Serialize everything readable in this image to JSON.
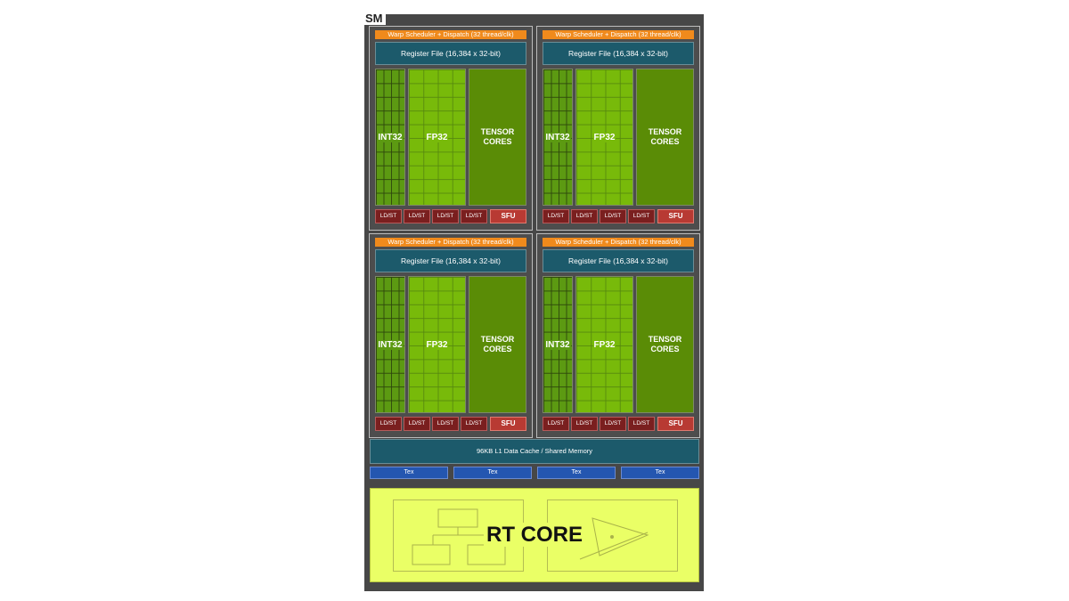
{
  "sm": {
    "label": "SM",
    "partitions": [
      {
        "warp_scheduler": "Warp Scheduler + Dispatch (32 thread/clk)",
        "register_file": "Register File (16,384 x 32-bit)",
        "int32": "INT32",
        "fp32": "FP32",
        "tensor_line1": "TENSOR",
        "tensor_line2": "CORES",
        "ldst": [
          "LD/ST",
          "LD/ST",
          "LD/ST",
          "LD/ST"
        ],
        "sfu": "SFU"
      },
      {
        "warp_scheduler": "Warp Scheduler + Dispatch (32 thread/clk)",
        "register_file": "Register File (16,384 x 32-bit)",
        "int32": "INT32",
        "fp32": "FP32",
        "tensor_line1": "TENSOR",
        "tensor_line2": "CORES",
        "ldst": [
          "LD/ST",
          "LD/ST",
          "LD/ST",
          "LD/ST"
        ],
        "sfu": "SFU"
      },
      {
        "warp_scheduler": "Warp Scheduler + Dispatch (32 thread/clk)",
        "register_file": "Register File (16,384 x 32-bit)",
        "int32": "INT32",
        "fp32": "FP32",
        "tensor_line1": "TENSOR",
        "tensor_line2": "CORES",
        "ldst": [
          "LD/ST",
          "LD/ST",
          "LD/ST",
          "LD/ST"
        ],
        "sfu": "SFU"
      },
      {
        "warp_scheduler": "Warp Scheduler + Dispatch (32 thread/clk)",
        "register_file": "Register File (16,384 x 32-bit)",
        "int32": "INT32",
        "fp32": "FP32",
        "tensor_line1": "TENSOR",
        "tensor_line2": "CORES",
        "ldst": [
          "LD/ST",
          "LD/ST",
          "LD/ST",
          "LD/ST"
        ],
        "sfu": "SFU"
      }
    ],
    "l1_cache": "96KB L1 Data Cache / Shared Memory",
    "tex_units": [
      "Tex",
      "Tex",
      "Tex",
      "Tex"
    ],
    "rt_core": {
      "label": "RT CORE",
      "icons": [
        "bvh-tree-icon",
        "ray-triangle-icon"
      ]
    },
    "colors": {
      "warp": "#f08a1c",
      "register_file": "#1c5a6b",
      "int32": "#5c9a12",
      "fp32": "#78ba0a",
      "tensor": "#5a8c06",
      "ldst": "#7a1f1f",
      "sfu": "#b83a33",
      "tex": "#2456b0",
      "rt_core": "#eaff66"
    }
  }
}
